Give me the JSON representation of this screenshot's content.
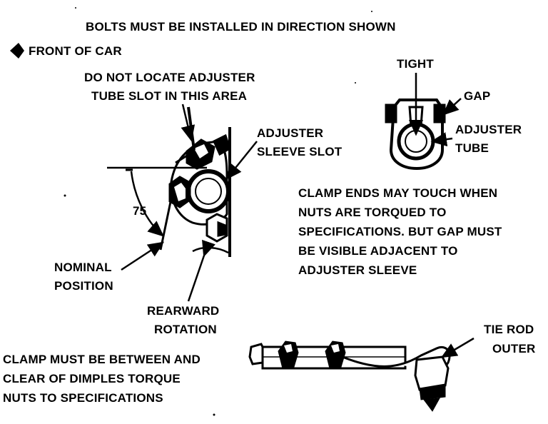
{
  "title": "BOLTS MUST BE INSTALLED IN DIRECTION SHOWN",
  "front_of_car": "FRONT OF CAR",
  "do_not_locate": [
    "DO NOT LOCATE ADJUSTER",
    "TUBE SLOT IN THIS AREA"
  ],
  "adjuster_sleeve_slot": [
    "ADJUSTER",
    "SLEEVE SLOT"
  ],
  "angle_value": "75",
  "nominal_position": [
    "NOMINAL",
    "POSITION"
  ],
  "rearward_rotation": [
    "REARWARD",
    "ROTATION"
  ],
  "tight": "TIGHT",
  "gap": "GAP",
  "adjuster_tube": [
    "ADJUSTER",
    "TUBE"
  ],
  "clamp_ends_note": [
    "CLAMP ENDS MAY TOUCH WHEN",
    "NUTS ARE TORQUED TO",
    "SPECIFICATIONS. BUT GAP MUST",
    "BE VISIBLE ADJACENT TO",
    "ADJUSTER SLEEVE"
  ],
  "tie_rod_outer": [
    "TIE ROD",
    "OUTER"
  ],
  "clamp_between_note": [
    "CLAMP MUST BE BETWEEN AND",
    "CLEAR OF DIMPLES  TORQUE",
    "NUTS TO SPECIFICATIONS"
  ]
}
